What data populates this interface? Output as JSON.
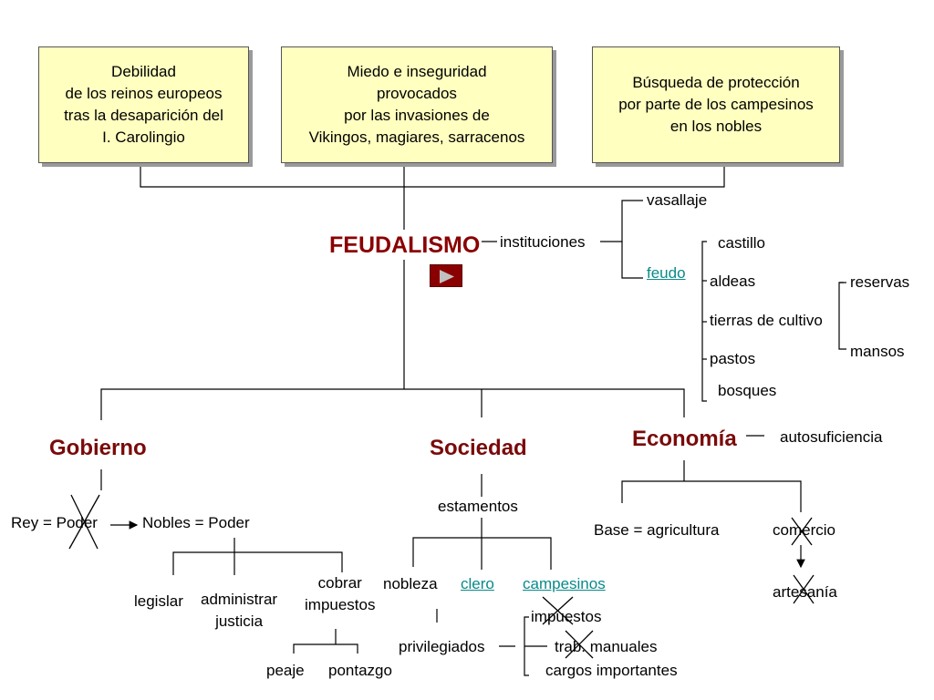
{
  "causes": {
    "c1": "Debilidad\nde los reinos europeos\ntras la desaparición del\nI. Carolingio",
    "c2": "Miedo e inseguridad\nprovocados\npor las invasiones de\nVikingos, magiares, sarracenos",
    "c3": "Búsqueda de protección\npor parte de los campesinos\nen los nobles"
  },
  "title": "FEUDALISMO",
  "instituciones": {
    "label": "instituciones",
    "vasallaje": "vasallaje",
    "feudo": "feudo",
    "feudo_parts": [
      "castillo",
      "aldeas",
      "tierras de cultivo",
      "pastos",
      "bosques"
    ],
    "cultivo_parts": [
      "reservas",
      "mansos"
    ]
  },
  "gobierno": {
    "heading": "Gobierno",
    "rey": "Rey = Poder",
    "nobles": "Nobles = Poder",
    "functions": [
      "legislar",
      "administrar\njusticia",
      "cobrar\nimpuestos"
    ],
    "impuestos": [
      "peaje",
      "pontazgo"
    ]
  },
  "sociedad": {
    "heading": "Sociedad",
    "estamentos": "estamentos",
    "groups": [
      "nobleza",
      "clero",
      "campesinos"
    ],
    "privilegiados": "privilegiados",
    "priv_items": [
      "impuestos",
      "trab. manuales",
      "cargos importantes"
    ]
  },
  "economia": {
    "heading": "Economía",
    "autosuficiencia": "autosuficiencia",
    "base": "Base = agricultura",
    "comercio": "comercio",
    "artesania": "artesanía"
  },
  "colors": {
    "box_fill": "#ffffc0",
    "heading": "#7a0a0a",
    "link": "#0a8a8a",
    "play": "#8a0000"
  },
  "icons": {
    "play": "play-button-icon",
    "cross": "cross-out-icon",
    "arrow": "arrow-icon"
  }
}
